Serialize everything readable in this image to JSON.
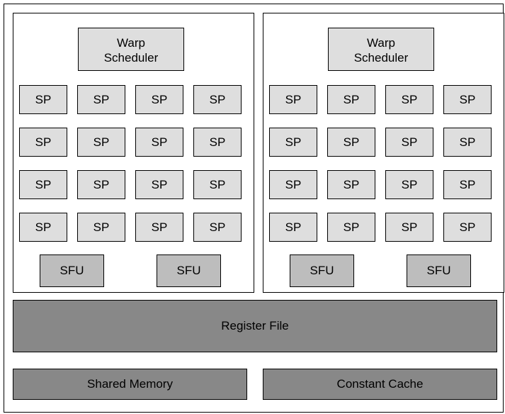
{
  "clusters": [
    {
      "warp_scheduler": {
        "line1": "Warp",
        "line2": "Scheduler"
      },
      "sp_units": [
        "SP",
        "SP",
        "SP",
        "SP",
        "SP",
        "SP",
        "SP",
        "SP",
        "SP",
        "SP",
        "SP",
        "SP",
        "SP",
        "SP",
        "SP",
        "SP"
      ],
      "sfu_units": [
        "SFU",
        "SFU"
      ]
    },
    {
      "warp_scheduler": {
        "line1": "Warp",
        "line2": "Scheduler"
      },
      "sp_units": [
        "SP",
        "SP",
        "SP",
        "SP",
        "SP",
        "SP",
        "SP",
        "SP",
        "SP",
        "SP",
        "SP",
        "SP",
        "SP",
        "SP",
        "SP",
        "SP"
      ],
      "sfu_units": [
        "SFU",
        "SFU"
      ]
    }
  ],
  "register_file": "Register File",
  "shared_memory": "Shared Memory",
  "constant_cache": "Constant Cache",
  "colors": {
    "unit_fill": "#dedede",
    "sfu_fill": "#bdbdbd",
    "memory_fill": "#888888",
    "border": "#000000"
  }
}
